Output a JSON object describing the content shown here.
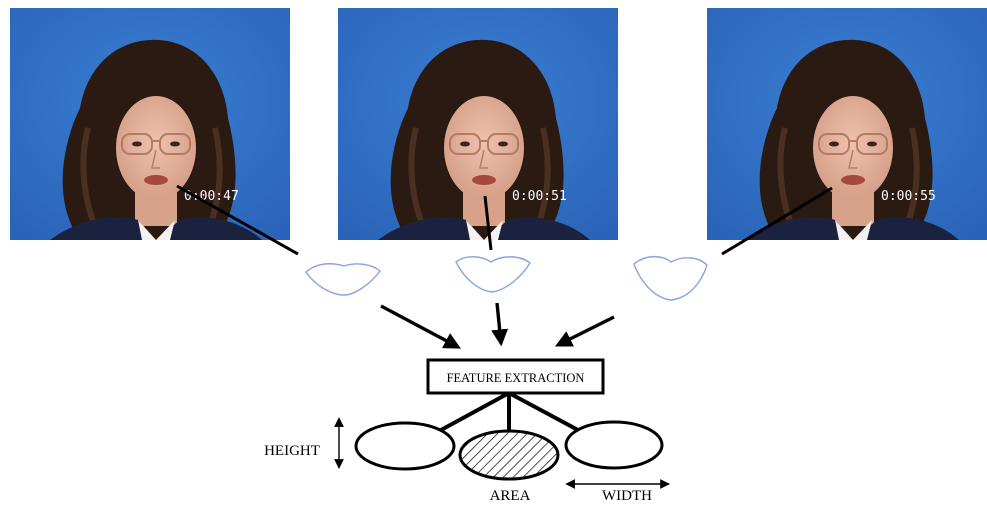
{
  "frames": [
    {
      "timecode": "0:00:47"
    },
    {
      "timecode": "0:00:51"
    },
    {
      "timecode": "0:00:55"
    }
  ],
  "feature_box": {
    "label": "FEATURE EXTRACTION"
  },
  "labels": {
    "height": "HEIGHT",
    "area": "AREA",
    "width": "WIDTH"
  },
  "colors": {
    "background_blue": "#2f6ec4",
    "lip_outline": "#8aa4e0",
    "line": "#000000"
  }
}
